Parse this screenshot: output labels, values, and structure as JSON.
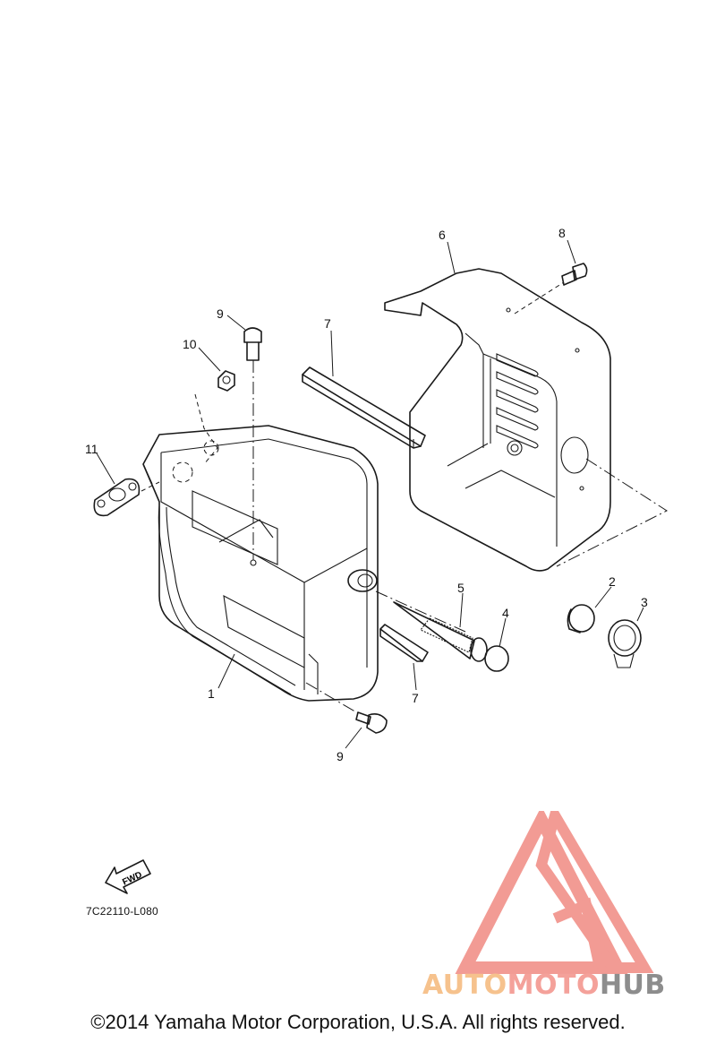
{
  "callouts": [
    {
      "id": "1",
      "label": "1"
    },
    {
      "id": "2",
      "label": "2"
    },
    {
      "id": "3",
      "label": "3"
    },
    {
      "id": "4",
      "label": "4"
    },
    {
      "id": "5",
      "label": "5"
    },
    {
      "id": "6",
      "label": "6"
    },
    {
      "id": "7a",
      "label": "7"
    },
    {
      "id": "7b",
      "label": "7"
    },
    {
      "id": "8",
      "label": "8"
    },
    {
      "id": "9a",
      "label": "9"
    },
    {
      "id": "9b",
      "label": "9"
    },
    {
      "id": "10",
      "label": "10"
    },
    {
      "id": "11",
      "label": "11"
    }
  ],
  "fwd_label": "FWD",
  "diagram_code": "7C22110-L080",
  "copyright": "©2014 Yamaha Motor Corporation, U.S.A. All rights reserved.",
  "watermark": {
    "text_part1": "AUTO",
    "text_part2": "MOTO",
    "text_part3": "HUB",
    "colors": {
      "orange": "#f6c28d",
      "salmon": "#f4a19a",
      "gray": "#8d8d8d"
    }
  }
}
